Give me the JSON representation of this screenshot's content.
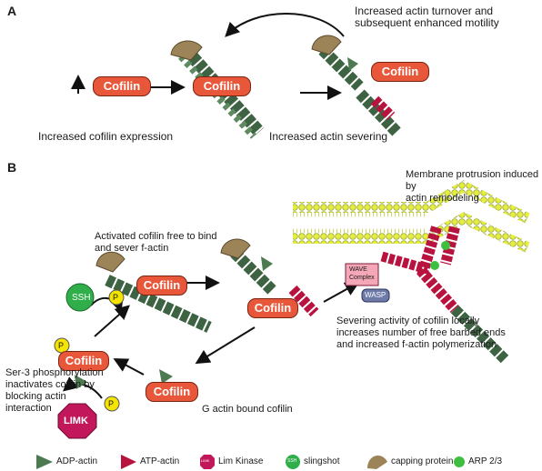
{
  "panels": {
    "a": "A",
    "b": "B"
  },
  "cofilin_label": "Cofilin",
  "panel_a": {
    "label_expression": "Increased cofilin expression",
    "label_severing": "Increased actin severing",
    "label_turnover": "Increased actin turnover and\nsubsequent enhanced motility"
  },
  "panel_b": {
    "label_activated": "Activated cofilin free to bind\n and sever f-actin",
    "label_membrane": "Membrane protrusion induced by\nactin remodeling",
    "label_severing_activity": "Severing activity of cofilin locally\nincreases number of free barbed ends\nand increased f-actin polymerization",
    "label_ser3": "Ser-3 phosphorylation\ninactivates cofilin by\nblocking actin\ninteraction",
    "label_gactin": "G actin bound cofilin",
    "ssh": "SSH",
    "limk": "LIMK",
    "phospho": "P",
    "wave": "WAVE\nComplex",
    "wasp": "WASP"
  },
  "legend": [
    {
      "icon": "adp-actin-icon",
      "label": "ADP-actin"
    },
    {
      "icon": "atp-actin-icon",
      "label": "ATP-actin"
    },
    {
      "icon": "lim-kinase-icon",
      "label": "Lim Kinase",
      "badge": "LIMK"
    },
    {
      "icon": "slingshot-icon",
      "label": "slingshot",
      "badge": "SSH"
    },
    {
      "icon": "capping-protein-icon",
      "label": "capping protein"
    },
    {
      "icon": "arp23-icon",
      "label": "ARP 2/3"
    }
  ],
  "colors": {
    "adp_actin": "#4e7a52",
    "atp_actin": "#b8123f",
    "cofilin": "#e8573a",
    "capping": "#9c8458",
    "ssh": "#2fae4a",
    "limk": "#c2185b",
    "phospho": "#f4e400",
    "membrane": "#e6ee3c",
    "arp23": "#3fbf3f"
  }
}
